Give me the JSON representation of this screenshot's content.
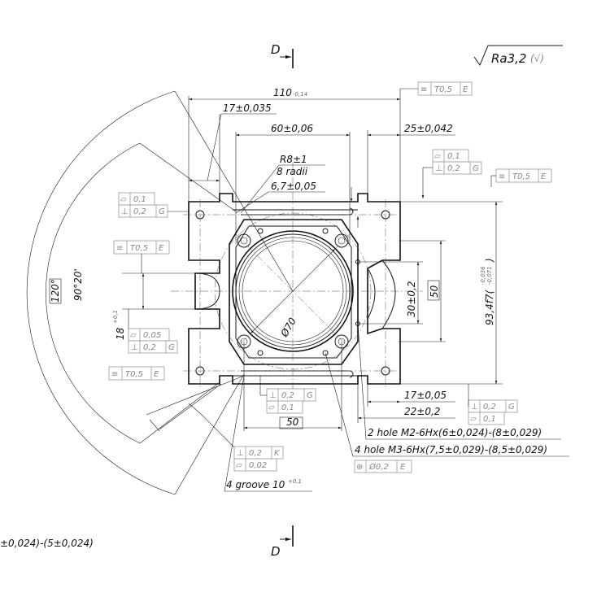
{
  "section": {
    "top_label": "D",
    "bottom_label": "D"
  },
  "surface_finish": {
    "text": "Ra3,2",
    "suffix": "(√)"
  },
  "dimensions": {
    "width_110": "110",
    "width_110_tol": "-0,14",
    "d_17": "17±0,035",
    "d_60": "60±0,06",
    "d_25": "25±0,042",
    "r8_line1": "R8±1",
    "r8_line2": "8 radii",
    "d_67": "6,7±0,05",
    "d_934": "93,4f7(",
    "d_934_tol_up": "-0,036",
    "d_934_tol_dn": "-0,071",
    "d_934_close": ")",
    "d_30": "30±0,2",
    "d_50v": "50",
    "d_18": "18",
    "d_18_tol": "+0,1",
    "angle_120": "120°",
    "angle_90": "90°20'",
    "d_phi70": "Ø70",
    "d_17b": "17±0,05",
    "d_22": "22±0,2",
    "d_50h": "50",
    "note_2hole": "2 hole M2-6Hx(6±0,024)-(8±0,029)",
    "note_4hole": "4 hole M3-6Hx(7,5±0,029)-(8,5±0,029)",
    "note_groove": "4 groove 10",
    "note_groove_tol": "+0,1",
    "note_partial": "±0,024)-(5±0,024)"
  },
  "tolerance_frames": {
    "top_sym": {
      "sym": "≡",
      "val": "T0,5",
      "ref": "E"
    },
    "right_flat": {
      "sym": "▱",
      "val": "0,1",
      "ref": ""
    },
    "right_perp": {
      "sym": "⊥",
      "val": "0,2",
      "ref": "G"
    },
    "right_sym": {
      "sym": "≡",
      "val": "T0,5",
      "ref": "E"
    },
    "left_flat": {
      "sym": "▱",
      "val": "0,1",
      "ref": ""
    },
    "left_perp": {
      "sym": "⊥",
      "val": "0,2",
      "ref": "G"
    },
    "left_sym": {
      "sym": "≡",
      "val": "T0,5",
      "ref": "E"
    },
    "left2_flat": {
      "sym": "▱",
      "val": "0,05",
      "ref": ""
    },
    "left2_perp": {
      "sym": "⊥",
      "val": "0,2",
      "ref": "G"
    },
    "left3_sym": {
      "sym": "≡",
      "val": "T0,5",
      "ref": "E"
    },
    "bottom_perp": {
      "sym": "⊥",
      "val": "0,2",
      "ref": "G"
    },
    "bottom_flat": {
      "sym": "▱",
      "val": "0,1",
      "ref": ""
    },
    "br_perp": {
      "sym": "⊥",
      "val": "0,2",
      "ref": "G"
    },
    "br_flat": {
      "sym": "▱",
      "val": "0,1",
      "ref": ""
    },
    "bl_perp": {
      "sym": "⊥",
      "val": "0,2",
      "ref": "K"
    },
    "bl_flat": {
      "sym": "▱",
      "val": "0,02",
      "ref": ""
    },
    "pos_frame": {
      "sym": "⊕",
      "val": "Ø0,2",
      "ref": "E"
    }
  }
}
